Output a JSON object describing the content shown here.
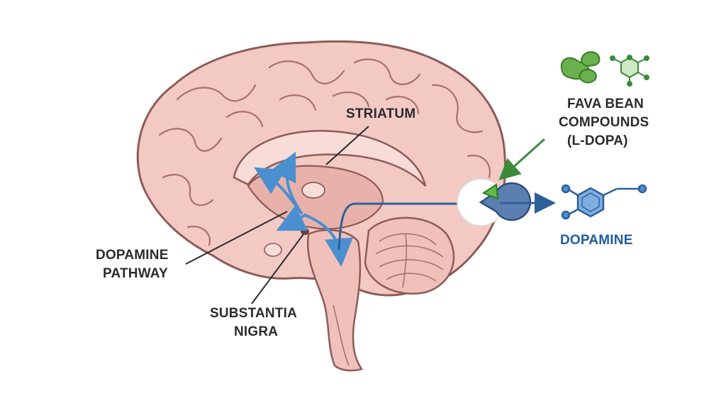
{
  "labels": {
    "striatum": "STRIATUM",
    "dopamine_pathway": [
      "DOPAMINE",
      "PATHWAY"
    ],
    "substantia_nigra": [
      "SUBSTANTIA",
      "NIGRA"
    ],
    "fava_bean": [
      "FAVA BEAN",
      "COMPOUNDS",
      "(L-DOPA)"
    ],
    "dopamine": "DOPAMINE"
  },
  "colors": {
    "brain_fill": "#f3c9c4",
    "brain_outline": "#8e5b57",
    "inner_fill": "#e8b2ab",
    "pathway": "#4a8fd0",
    "outline_dark": "#2b2b2b",
    "blue_arrow": "#2f5f9a",
    "green": "#3a8c3a",
    "dopamine_text": "#1f5d9e"
  },
  "icons": [
    "fava-bean-icon",
    "l-dopa-molecule-icon",
    "dopamine-molecule-icon",
    "receptor-icon"
  ]
}
